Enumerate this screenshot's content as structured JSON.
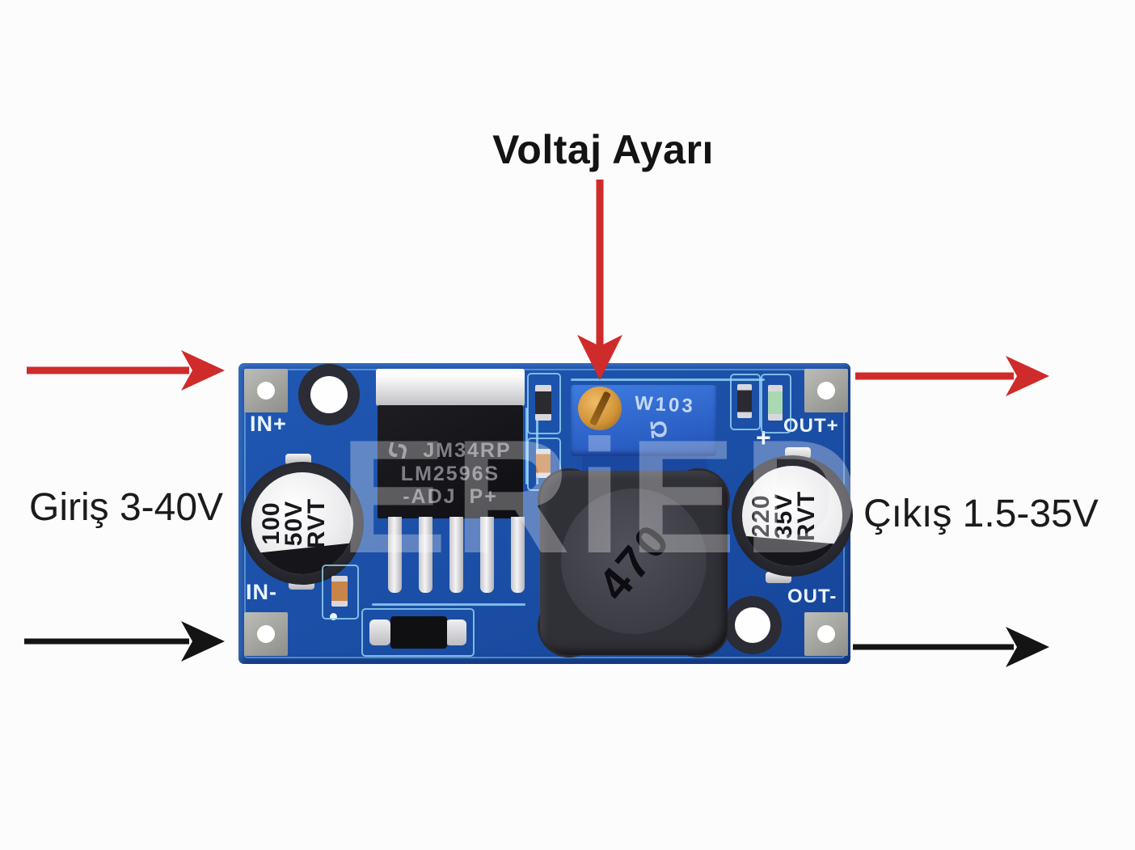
{
  "annotations": {
    "title": "Voltaj Ayarı",
    "input_label": "Giriş 3-40V",
    "output_label": "Çıkış 1.5-35V"
  },
  "colors": {
    "red_arrow": "#cf2b2b",
    "black_arrow": "#141414",
    "pcb_blue": "#1d52aa",
    "silkscreen_blue": "#9fdff5",
    "trimmer_blue": "#2f6bd4",
    "screw_gold": "#d89a3e"
  },
  "watermark": {
    "text": "ERiED"
  },
  "board": {
    "labels": {
      "in_plus": "IN+",
      "in_minus": "IN-",
      "out_plus": "OUT+",
      "out_minus": "OUT-",
      "plus_mark": "+"
    },
    "ic": {
      "line1": "JM34RP",
      "line2": "LM2596S",
      "line3_left": "-ADJ",
      "line3_right": "P+"
    },
    "trimmer": {
      "marking": "W103",
      "logo_symbol": "Ω"
    },
    "inductor": {
      "marking": "470"
    },
    "input_capacitor": {
      "lines": [
        "100",
        "50V",
        "RVT"
      ]
    },
    "output_capacitor": {
      "lines": [
        "220",
        "35V",
        "RVT"
      ]
    }
  }
}
